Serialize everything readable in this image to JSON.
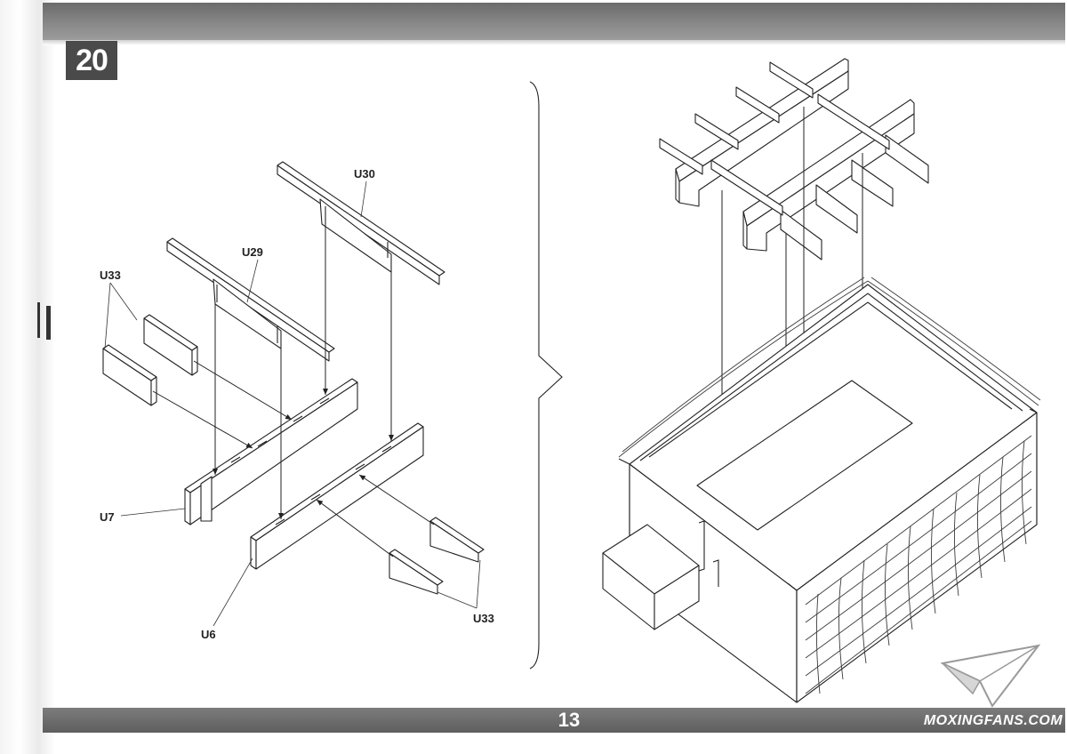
{
  "step": {
    "number": "20"
  },
  "footer": {
    "page_number": "13",
    "watermark": "MOXINGFANS.COM"
  },
  "parts": {
    "u30": "U30",
    "u29": "U29",
    "u33_left": "U33",
    "u7": "U7",
    "u6": "U6",
    "u33_right": "U33"
  },
  "colors": {
    "bar_dark": "#6b6b6b",
    "step_box": "#4a4a4a",
    "line": "#222222"
  },
  "icons": {
    "logo": "paper-plane-icon"
  }
}
